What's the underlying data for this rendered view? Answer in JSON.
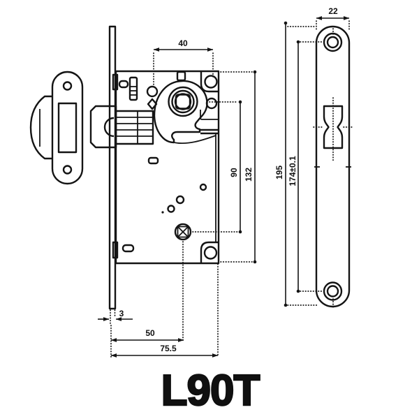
{
  "drawing": {
    "title": "L90T",
    "line_color": "#141414",
    "background": "#ffffff",
    "dimensions": {
      "backset_top": "40",
      "follower_to_cylinder": "90",
      "case_height": "132",
      "faceplate_thickness": "3",
      "backset_bottom": "50",
      "case_depth": "75.5",
      "front_plate_width": "22",
      "front_plate_length": "195",
      "screw_hole_centers": "174±0.1"
    }
  }
}
